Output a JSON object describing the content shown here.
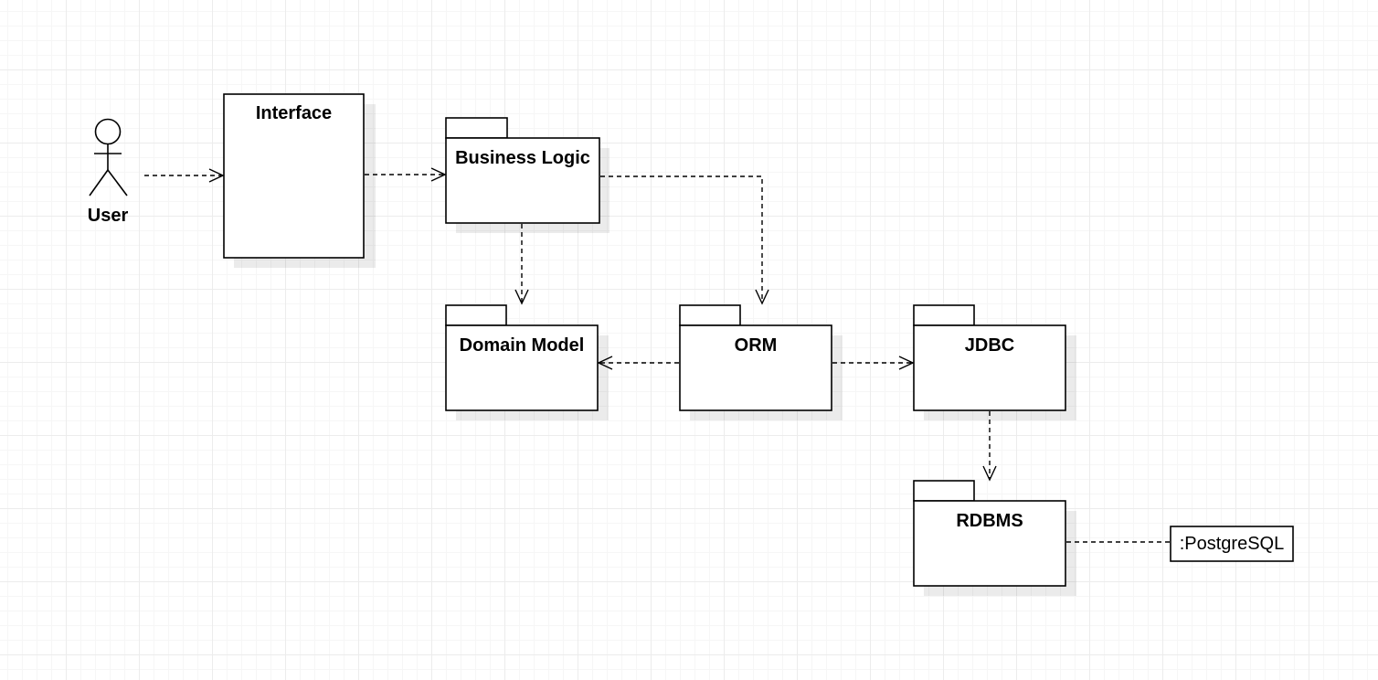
{
  "actor": {
    "label": "User",
    "icon": "stick-figure-icon"
  },
  "components": {
    "interface": {
      "label": "Interface"
    },
    "business_logic": {
      "label": "Business Logic"
    },
    "domain_model": {
      "label": "Domain Model"
    },
    "orm": {
      "label": "ORM"
    },
    "jdbc": {
      "label": "JDBC"
    },
    "rdbms": {
      "label": "RDBMS"
    }
  },
  "instance": {
    "label": ":PostgreSQL"
  },
  "edges": [
    {
      "from": "User",
      "to": "Interface",
      "style": "dashed-open-arrow"
    },
    {
      "from": "Interface",
      "to": "Business Logic",
      "style": "dashed-open-arrow"
    },
    {
      "from": "Business Logic",
      "to": "Domain Model",
      "style": "dashed-open-arrow"
    },
    {
      "from": "Business Logic",
      "to": "ORM",
      "style": "dashed-open-arrow"
    },
    {
      "from": "ORM",
      "to": "Domain Model",
      "style": "dashed-open-arrow"
    },
    {
      "from": "ORM",
      "to": "JDBC",
      "style": "dashed-open-arrow"
    },
    {
      "from": "JDBC",
      "to": "RDBMS",
      "style": "dashed-open-arrow"
    },
    {
      "from": "RDBMS",
      "to": ":PostgreSQL",
      "style": "dashed-line"
    }
  ],
  "colors": {
    "stroke": "#000000",
    "fill": "#ffffff",
    "grid_major": "#ececec",
    "grid_minor": "#f6f6f6"
  }
}
